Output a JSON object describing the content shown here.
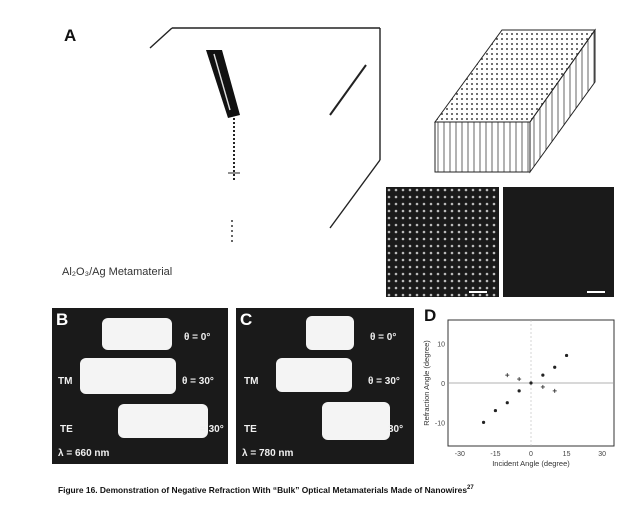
{
  "panel_a": {
    "letter": "A",
    "material_label": "Al₂O₃/Ag Metamaterial"
  },
  "panel_b": {
    "letter": "B",
    "angle_0": "θ = 0°",
    "angle_30": "θ = 30°",
    "te_angle": "= 30°",
    "tm": "TM",
    "te": "TE",
    "wavelength": "λ = 660 nm"
  },
  "panel_c": {
    "letter": "C",
    "angle_0": "θ = 0°",
    "angle_30": "θ = 30°",
    "te_angle": "30°",
    "tm": "TM",
    "te": "TE",
    "wavelength": "λ = 780 nm"
  },
  "chart_data": {
    "type": "scatter",
    "panel_letter": "D",
    "xlabel": "Incident Angle (degree)",
    "ylabel": "Refraction Angle (degree)",
    "x_ticks": [
      "-30",
      "-15",
      "0",
      "15",
      "30"
    ],
    "y_ticks": [
      "10",
      "0",
      "-10"
    ],
    "xlim": [
      -35,
      35
    ],
    "ylim": [
      -16,
      16
    ],
    "series": [
      {
        "marker": "dot",
        "x": [
          -20,
          -15,
          -10,
          -5,
          0,
          5,
          10,
          15
        ],
        "y": [
          -10,
          -7,
          -5,
          -2,
          0,
          2,
          4,
          7
        ]
      },
      {
        "marker": "plus",
        "x": [
          -10,
          -5,
          5,
          10
        ],
        "y": [
          2,
          1,
          -1,
          -2
        ]
      }
    ]
  },
  "caption": {
    "text": "Figure 16. Demonstration of Negative Refraction With “Bulk” Optical Metamaterials Made of Nanowires",
    "superscript": "27"
  }
}
